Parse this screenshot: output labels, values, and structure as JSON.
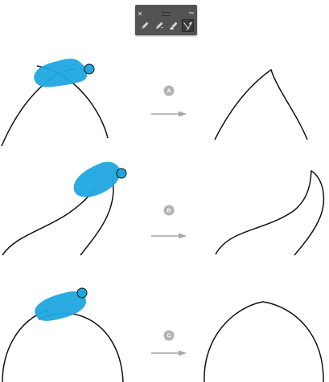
{
  "palette": {
    "tools": [
      {
        "name": "pencil-tool",
        "active": false
      },
      {
        "name": "smooth-tool",
        "active": false
      },
      {
        "name": "path-eraser-tool",
        "active": false
      },
      {
        "name": "join-tool",
        "active": true
      }
    ]
  },
  "steps": [
    {
      "label": "A"
    },
    {
      "label": "B"
    },
    {
      "label": "C"
    }
  ],
  "colors": {
    "highlight": "#1fa6e0",
    "badge": "#b3b3b3",
    "arrow": "#a6a6a6",
    "stroke": "#111111",
    "panel": "#535353"
  }
}
